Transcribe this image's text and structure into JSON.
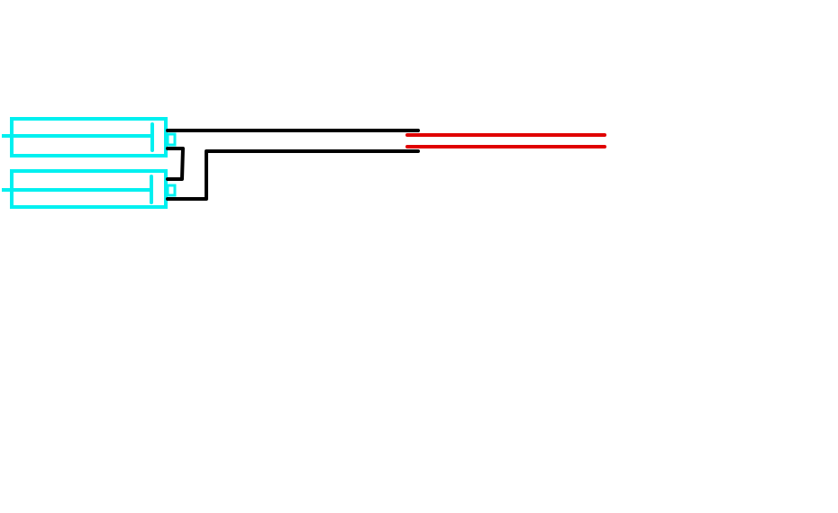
{
  "colors": {
    "battery": "#00f0f0",
    "wire_black": "#000000",
    "wire_red": "#e00000",
    "background": "#ffffff"
  },
  "components": [
    {
      "type": "battery",
      "name": "battery-top"
    },
    {
      "type": "battery",
      "name": "battery-bottom"
    },
    {
      "type": "wire",
      "color": "black",
      "name": "series-bridge"
    },
    {
      "type": "wire",
      "color": "black",
      "name": "lead-positive"
    },
    {
      "type": "wire",
      "color": "black",
      "name": "lead-negative"
    },
    {
      "type": "wire",
      "color": "red",
      "name": "red-lead-pair"
    }
  ]
}
